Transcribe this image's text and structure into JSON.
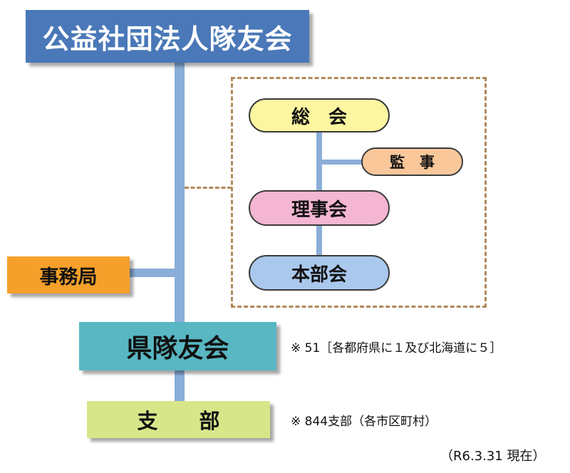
{
  "org": {
    "top": "公益社団法人隊友会",
    "general_assembly": "総　会",
    "auditor": "監　事",
    "board": "理事会",
    "headquarters_council": "本部会",
    "secretariat": "事務局",
    "prefectural": "県隊友会",
    "branch": "支　　部"
  },
  "notes": {
    "prefectural_note": "※ 51［各都府県に１及び北海道に５］",
    "branch_note": "※ 844支部（各市区町村）",
    "as_of": "（R6.3.31 現在）"
  },
  "colors": {
    "top": "#4a78b8",
    "general_assembly": "#fdf6a0",
    "auditor": "#f9c79a",
    "board": "#f4b6d2",
    "headquarters_council": "#a9c8ec",
    "secretariat": "#f5a02a",
    "prefectural": "#58b7c2",
    "branch": "#d8e68a",
    "connector": "#8aaed8",
    "dashed": "#b08a5a"
  }
}
